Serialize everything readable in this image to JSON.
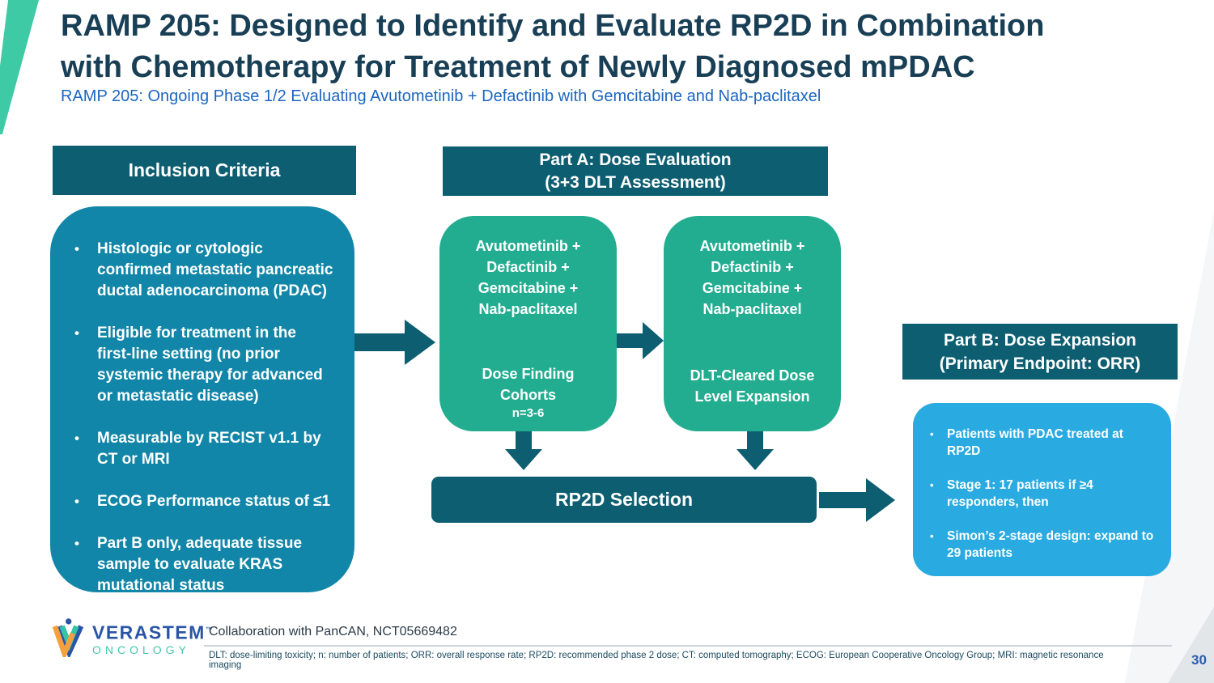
{
  "slide": {
    "title": "RAMP 205: Designed to Identify and Evaluate RP2D in Combination\nwith Chemotherapy for Treatment of Newly Diagnosed mPDAC",
    "subtitle": "RAMP 205: Ongoing Phase 1/2 Evaluating Avutometinib + Defactinib with Gemcitabine and Nab-paclitaxel",
    "collaboration": "Collaboration with PanCAN, NCT05669482",
    "footnote": "DLT: dose-limiting toxicity; n: number of patients; ORR: overall response rate; RP2D: recommended phase 2 dose; CT: computed tomography; ECOG: European Cooperative Oncology Group; MRI: magnetic resonance imaging",
    "page_number": "30"
  },
  "logo": {
    "brand": "VERASTEM",
    "tm": "™",
    "division": "ONCOLOGY"
  },
  "inclusion": {
    "header": "Inclusion Criteria",
    "bullets": [
      "Histologic or cytologic confirmed metastatic pancreatic ductal adenocarcinoma (PDAC)",
      "Eligible for treatment in the first-line setting (no prior systemic therapy for advanced or metastatic disease)",
      "Measurable by RECIST v1.1 by CT or MRI",
      "ECOG Performance status of ≤1",
      "Part B only, adequate tissue sample to evaluate KRAS mutational status"
    ]
  },
  "part_a": {
    "header": "Part A: Dose Evaluation\n(3+3 DLT Assessment)",
    "box1": {
      "drugs": "Avutometinib +\nDefactinib +\nGemcitabine +\nNab-paclitaxel",
      "label": "Dose Finding\nCohorts",
      "n": "n=3-6"
    },
    "box2": {
      "drugs": "Avutometinib +\nDefactinib +\nGemcitabine +\nNab-paclitaxel",
      "label": "DLT-Cleared Dose\nLevel Expansion"
    }
  },
  "rp2d": {
    "label": "RP2D Selection"
  },
  "part_b": {
    "header": "Part B: Dose Expansion\n(Primary Endpoint: ORR)",
    "bullets": [
      "Patients with PDAC treated at RP2D",
      "Stage 1: 17 patients if ≥4 responders, then",
      "Simon’s 2-stage design: expand to 29 patients"
    ]
  },
  "colors": {
    "header_teal": "#0d5e71",
    "inclusion_teal": "#1286a8",
    "green": "#23ad90",
    "light_blue": "#29abe2",
    "title_navy": "#183f55",
    "subtitle_blue": "#1b66c0",
    "accent_mint": "#3ecaa5"
  }
}
